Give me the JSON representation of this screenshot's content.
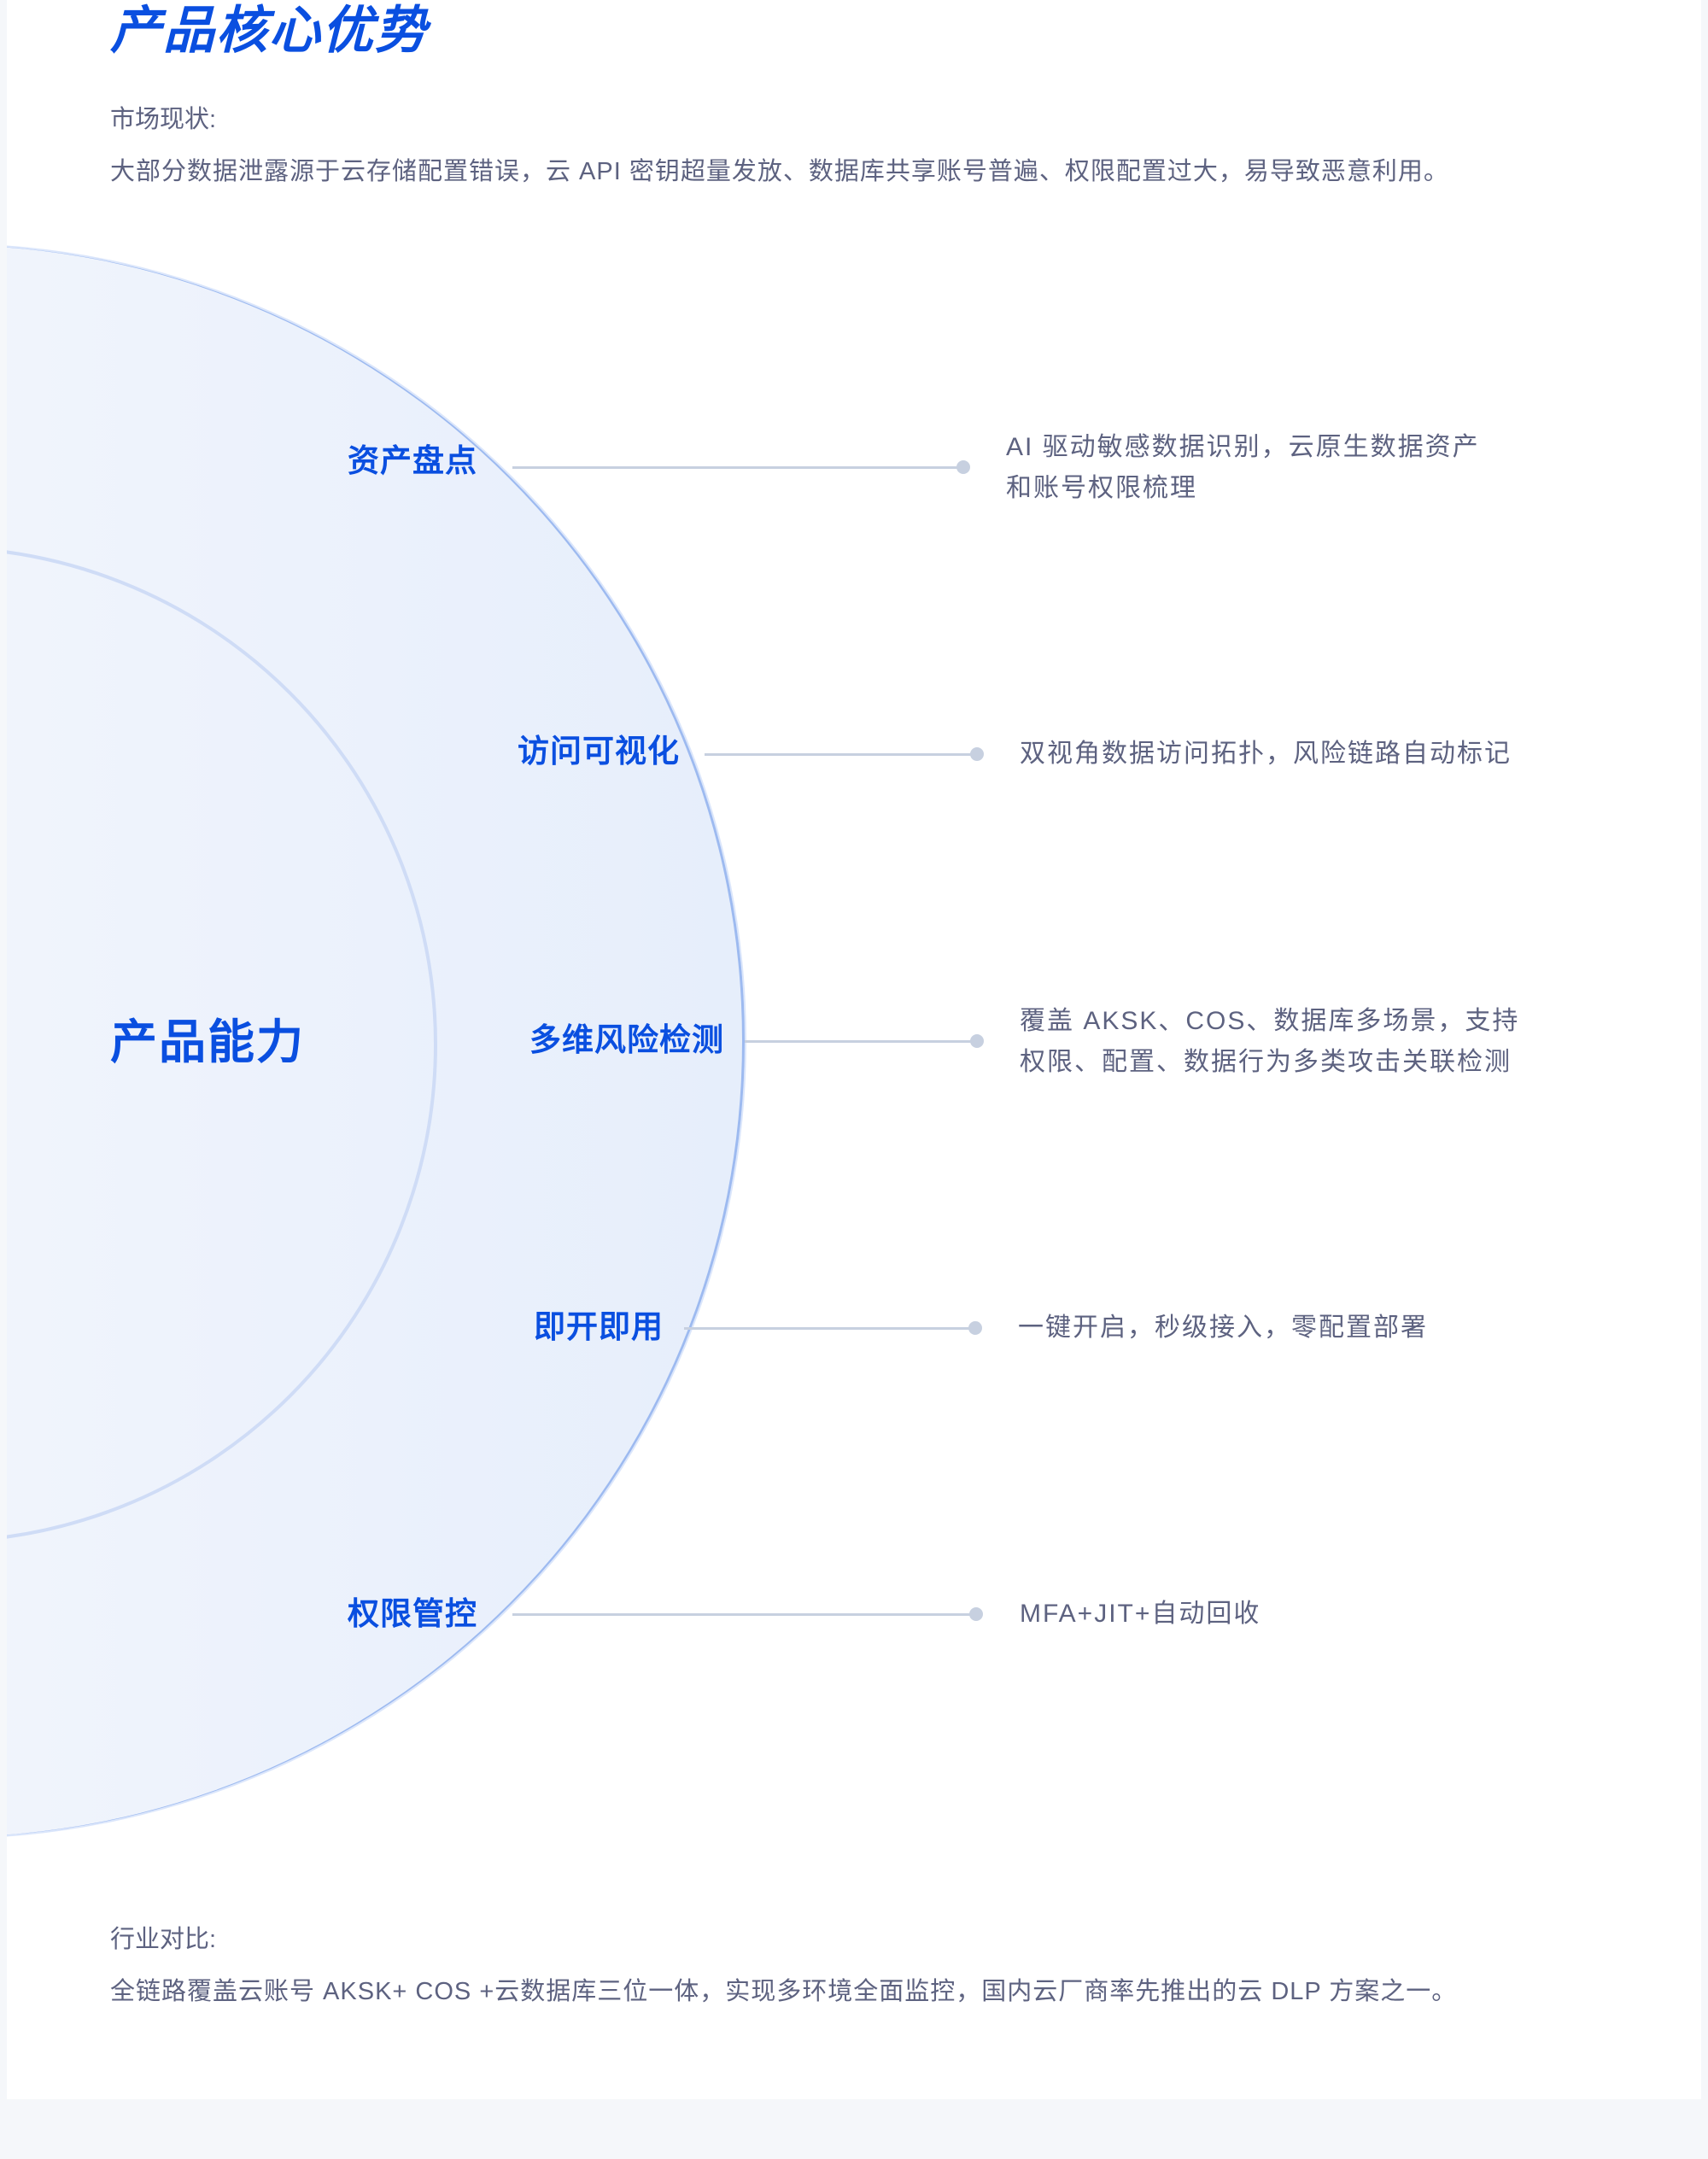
{
  "header": {
    "title": "产品核心优势"
  },
  "market": {
    "label": "市场现状:",
    "text": "大部分数据泄露源于云存储配置错误，云 API 密钥超量发放、数据库共享账号普遍、权限配置过大，易导致恶意利用。"
  },
  "diagram": {
    "center_label": "产品能力",
    "features": [
      {
        "label": "资产盘点",
        "desc_lines": [
          "AI 驱动敏感数据识别，云原生数据资产",
          "和账号权限梳理"
        ]
      },
      {
        "label": "访问可视化",
        "desc_lines": [
          "双视角数据访问拓扑，风险链路自动标记"
        ]
      },
      {
        "label": "多维风险检测",
        "desc_lines": [
          "覆盖 AKSK、COS、数据库多场景，支持",
          "权限、配置、数据行为多类攻击关联检测"
        ]
      },
      {
        "label": "即开即用",
        "desc_lines": [
          "一键开启，秒级接入，零配置部署"
        ]
      },
      {
        "label": "权限管控",
        "desc_lines": [
          "MFA+JIT+自动回收"
        ]
      }
    ]
  },
  "industry": {
    "label": "行业对比:",
    "text": "全链路覆盖云账号 AKSK+ COS +云数据库三位一体，实现多环境全面监控，国内云厂商率先推出的云 DLP 方案之一。"
  },
  "colors": {
    "accent": "#0a4fe0",
    "body_text": "#5d6280",
    "connector": "#c7d0e0",
    "page_bg": "#f5f7fa"
  }
}
